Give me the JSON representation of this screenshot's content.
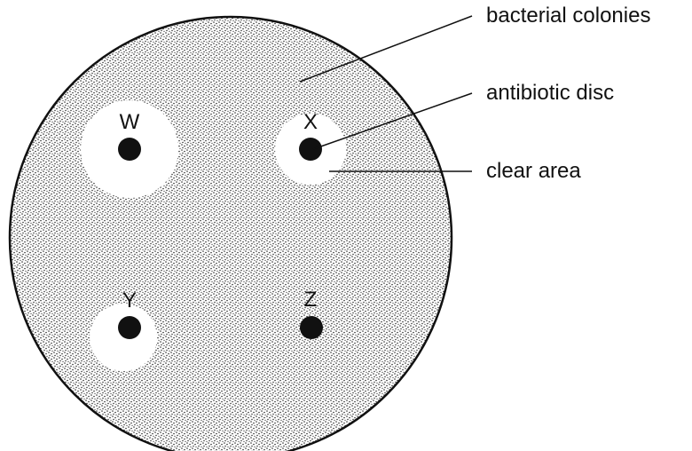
{
  "colors": {
    "background": "#ffffff",
    "stipple_dark": "#1a1a1a",
    "plate_outline": "#111111",
    "clear_zone": "#ffffff",
    "disc": "#111111"
  },
  "plate": {
    "fill_pattern": "stipple"
  },
  "labels": {
    "bacterial_colonies": "bacterial colonies",
    "antibiotic_disc": "antibiotic disc",
    "clear_area": "clear area"
  },
  "discs": [
    {
      "label": "W",
      "has_clear_zone": true
    },
    {
      "label": "X",
      "has_clear_zone": true
    },
    {
      "label": "Y",
      "has_clear_zone": true
    },
    {
      "label": "Z",
      "has_clear_zone": false
    }
  ]
}
